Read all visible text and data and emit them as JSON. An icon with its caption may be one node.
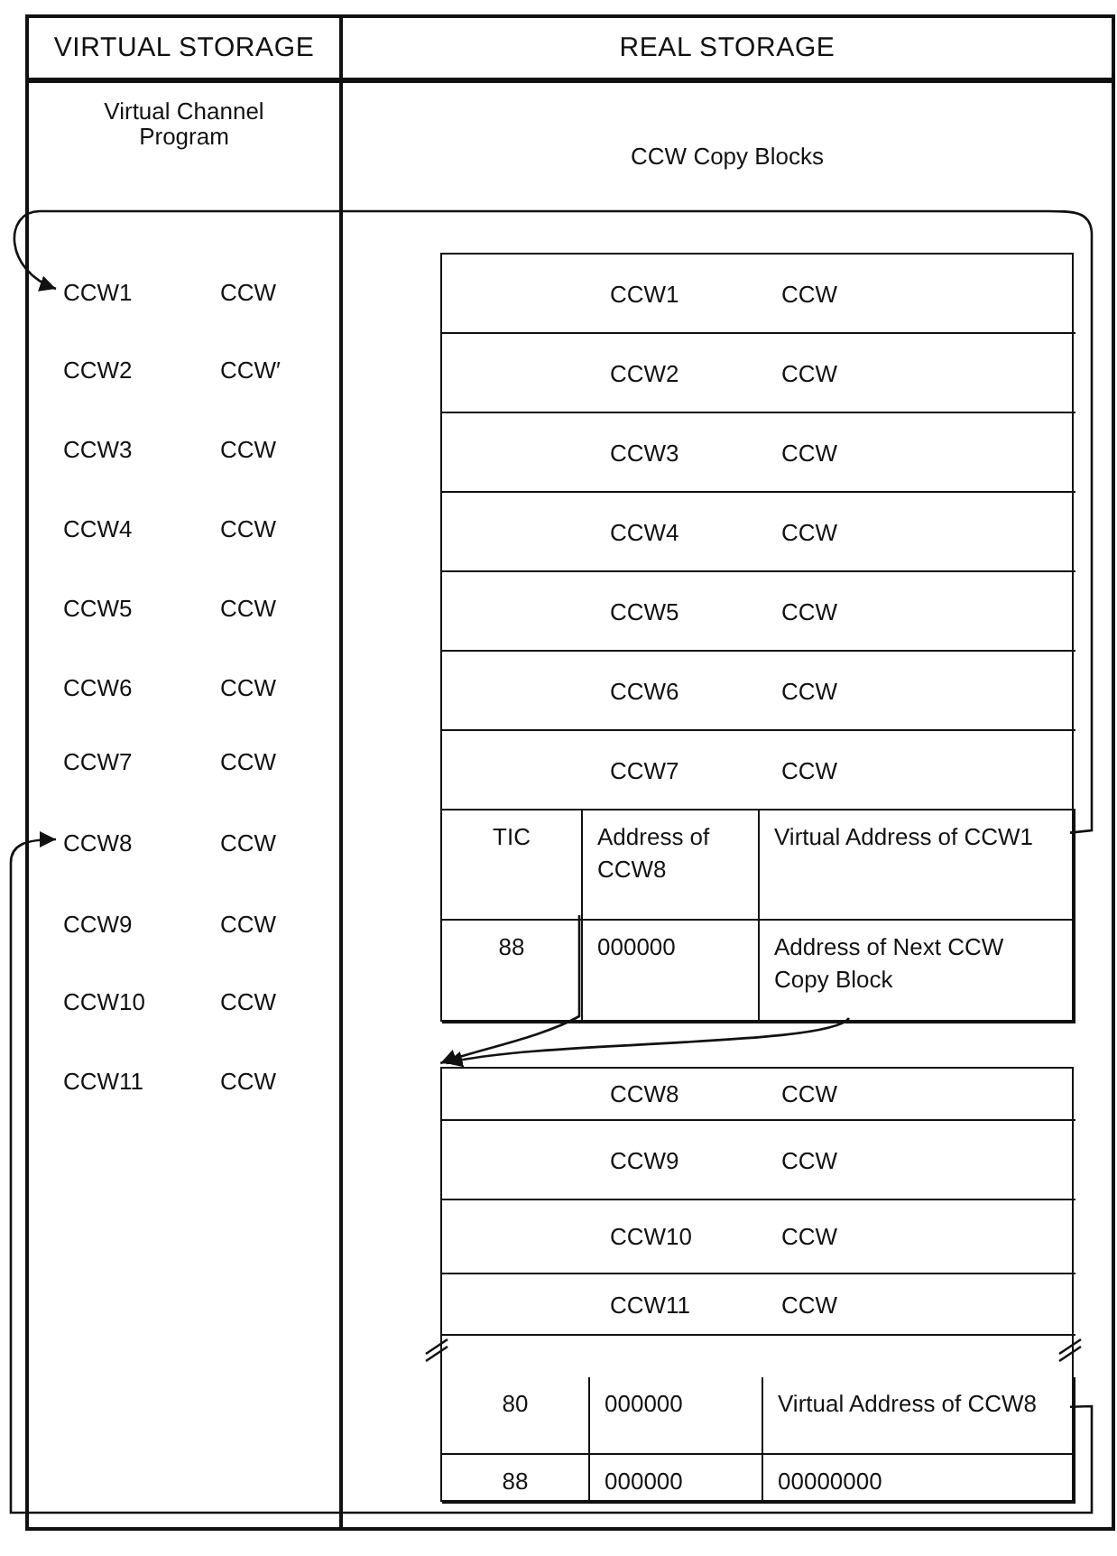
{
  "diagram": {
    "nodes": [
      {
        "text": [
          "VIRTUAL STORAGE",
          "Virtual Channel Program"
        ]
      },
      {
        "text": [
          "CCW1",
          "CCW"
        ],
        "in": 0
      },
      {
        "text": [
          "CCW2",
          "CCW′"
        ],
        "in": 0
      },
      {
        "text": [
          "CCW3",
          "CCW"
        ],
        "in": 0
      },
      {
        "text": [
          "CCW4",
          "CCW"
        ],
        "in": 0
      },
      {
        "text": [
          "CCW5",
          "CCW"
        ],
        "in": 0
      },
      {
        "text": [
          "CCW6",
          "CCW"
        ],
        "in": 0
      },
      {
        "text": [
          "CCW7",
          "CCW"
        ],
        "in": 0
      },
      {
        "text": [
          "CCW8",
          "CCW"
        ],
        "in": 0
      },
      {
        "text": [
          "CCW9",
          "CCW"
        ],
        "in": 0
      },
      {
        "text": [
          "CCW10",
          "CCW"
        ],
        "in": 0
      },
      {
        "text": [
          "CCW11",
          "CCW"
        ],
        "in": 0
      },
      {
        "text": [
          "REAL STORAGE",
          "CCW Copy Blocks"
        ]
      },
      {
        "text": [],
        "shape": "box",
        "in": 12
      },
      {
        "text": [
          "CCW1",
          "CCW"
        ],
        "in": 13
      },
      {
        "text": [
          "CCW2",
          "CCW"
        ],
        "in": 13
      },
      {
        "text": [
          "CCW3",
          "CCW"
        ],
        "in": 13
      },
      {
        "text": [
          "CCW4",
          "CCW"
        ],
        "in": 13
      },
      {
        "text": [
          "CCW5",
          "CCW"
        ],
        "in": 13
      },
      {
        "text": [
          "CCW6",
          "CCW"
        ],
        "in": 13
      },
      {
        "text": [
          "CCW7",
          "CCW"
        ],
        "in": 13
      },
      {
        "text": [
          "TIC"
        ],
        "in": 13
      },
      {
        "text": [
          "Address of CCW8"
        ],
        "in": 13
      },
      {
        "text": [
          "Virtual Address of CCW1"
        ],
        "in": 13
      },
      {
        "text": [
          "88"
        ],
        "in": 13
      },
      {
        "text": [
          "000000"
        ],
        "in": 13
      },
      {
        "text": [
          "Address of Next CCW Copy Block"
        ],
        "in": 13
      },
      {
        "text": [],
        "shape": "box",
        "in": 12
      },
      {
        "text": [
          "CCW8",
          "CCW"
        ],
        "in": 27
      },
      {
        "text": [
          "CCW9",
          "CCW"
        ],
        "in": 27
      },
      {
        "text": [
          "CCW10",
          "CCW"
        ],
        "in": 27
      },
      {
        "text": [
          "CCW11",
          "CCW"
        ],
        "in": 27
      },
      {
        "text": [
          "80"
        ],
        "in": 27
      },
      {
        "text": [
          "000000"
        ],
        "in": 27
      },
      {
        "text": [
          "Virtual Address of CCW8"
        ],
        "in": 27
      },
      {
        "text": [
          "88"
        ],
        "in": 27
      },
      {
        "text": [
          "000000"
        ],
        "in": 27
      },
      {
        "text": [
          "00000000"
        ],
        "in": 27
      }
    ],
    "edges": [
      {
        "from": 23,
        "to": 1,
        "arrow": "to"
      },
      {
        "from": 22,
        "to": 27,
        "arrow": "to"
      },
      {
        "from": 26,
        "to": 27,
        "arrow": "to"
      },
      {
        "from": 34,
        "to": 8,
        "arrow": "to"
      }
    ]
  }
}
